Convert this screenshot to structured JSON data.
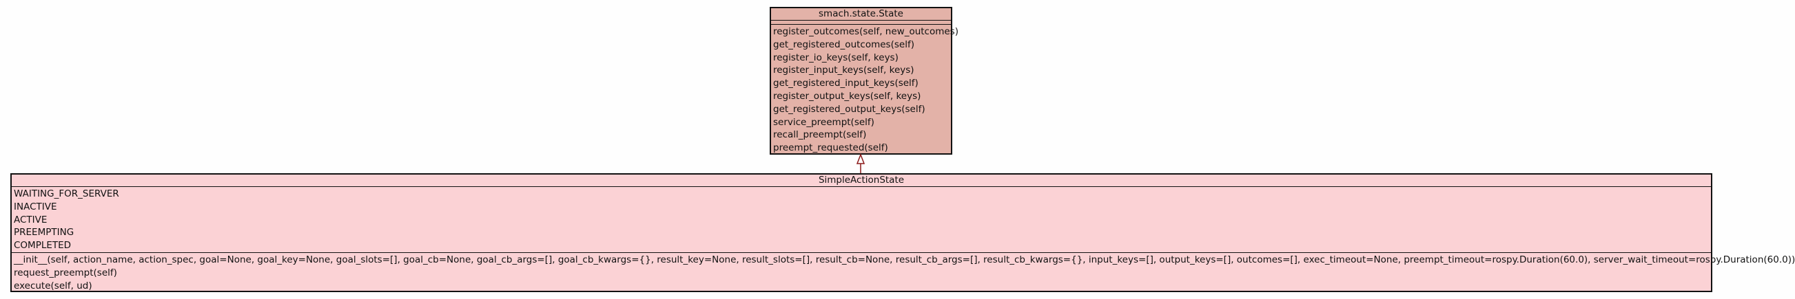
{
  "classes": {
    "base": {
      "name": "smach.state.State",
      "methods": [
        "register_outcomes(self, new_outcomes)",
        "get_registered_outcomes(self)",
        "register_io_keys(self, keys)",
        "register_input_keys(self, keys)",
        "get_registered_input_keys(self)",
        "register_output_keys(self, keys)",
        "get_registered_output_keys(self)",
        "service_preempt(self)",
        "recall_preempt(self)",
        "preempt_requested(self)"
      ]
    },
    "derived": {
      "name": "SimpleActionState",
      "attributes": [
        "WAITING_FOR_SERVER",
        "INACTIVE",
        "ACTIVE",
        "PREEMPTING",
        "COMPLETED"
      ],
      "methods": [
        "__init__(self, action_name, action_spec, goal=None, goal_key=None, goal_slots=[], goal_cb=None, goal_cb_args=[], goal_cb_kwargs={}, result_key=None, result_slots=[], result_cb=None, result_cb_args=[], result_cb_kwargs={}, input_keys=[], output_keys=[], outcomes=[], exec_timeout=None, preempt_timeout=rospy.Duration(60.0), server_wait_timeout=rospy.Duration(60.0))",
        "request_preempt(self)",
        "execute(self, ud)"
      ]
    }
  },
  "relations": [
    {
      "type": "inheritance",
      "from": "SimpleActionState",
      "to": "smach.state.State"
    }
  ],
  "colors": {
    "base_fill": "#e3b2a8",
    "derived_fill": "#fbd2d5",
    "edge": "#8b1a1a"
  }
}
